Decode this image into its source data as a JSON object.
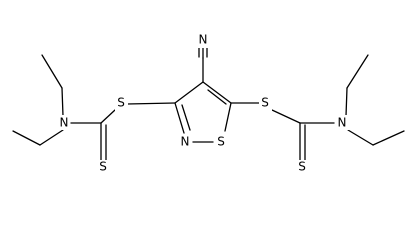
{
  "molecule": {
    "atoms": {
      "n_left": "N",
      "s_thione_left": "S",
      "s_thioether_left": "S",
      "n_cyano": "N",
      "n_ring": "N",
      "s_ring": "S",
      "s_thioether_right": "S",
      "s_thione_right": "S",
      "n_right": "N"
    }
  }
}
